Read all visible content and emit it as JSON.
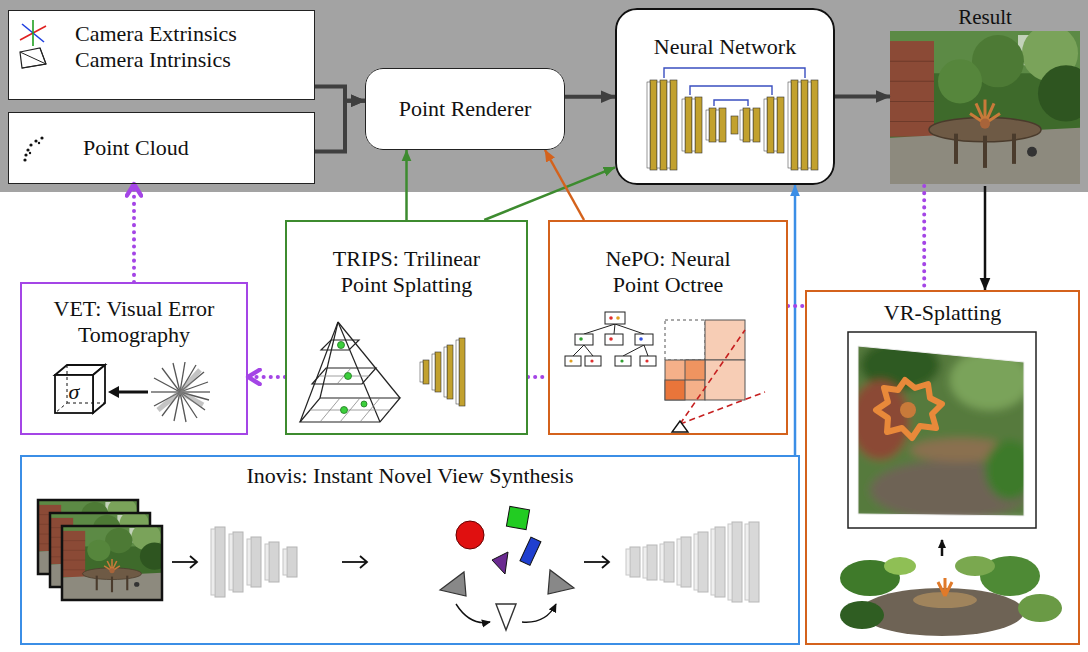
{
  "diagram": {
    "nodes": [
      {
        "text": [
          "Camera Extrinsics",
          "Camera Intrinsics"
        ]
      },
      {
        "text": [
          "Point Cloud"
        ]
      },
      {
        "text": [
          "Point Renderer"
        ]
      },
      {
        "text": [
          "Neural Network"
        ]
      },
      {
        "text": [
          "Result"
        ]
      },
      {
        "text": [
          "VET: Visual Error Tomography"
        ]
      },
      {
        "text": [
          "TRIPS: Trilinear Point Splatting"
        ]
      },
      {
        "text": [
          "NePO: Neural Point Octree"
        ]
      },
      {
        "text": [
          "VR-Splatting"
        ]
      },
      {
        "text": [
          "Inovis: Instant Novel View Synthesis"
        ]
      }
    ],
    "edges": [
      {
        "from": 0,
        "to": 2,
        "arrow": "to"
      },
      {
        "from": 1,
        "to": 2,
        "arrow": "to"
      },
      {
        "from": 2,
        "to": 3,
        "arrow": "to"
      },
      {
        "from": 3,
        "to": 4,
        "arrow": "to"
      },
      {
        "from": 4,
        "to": 8,
        "arrow": "to"
      },
      {
        "from": 6,
        "to": 2,
        "arrow": "to"
      },
      {
        "from": 6,
        "to": 3,
        "arrow": "to"
      },
      {
        "from": 7,
        "to": 2,
        "arrow": "to"
      },
      {
        "from": 9,
        "to": 3,
        "arrow": "to"
      },
      {
        "from": 5,
        "to": 1,
        "arrow": "to"
      },
      {
        "from": 6,
        "to": 5,
        "arrow": "to"
      },
      {
        "from": 6,
        "to": 7,
        "arrow": "none"
      },
      {
        "from": 7,
        "to": 8,
        "arrow": "none"
      },
      {
        "from": 4,
        "to": 8,
        "arrow": "none"
      }
    ],
    "labels": [
      "σ"
    ]
  }
}
